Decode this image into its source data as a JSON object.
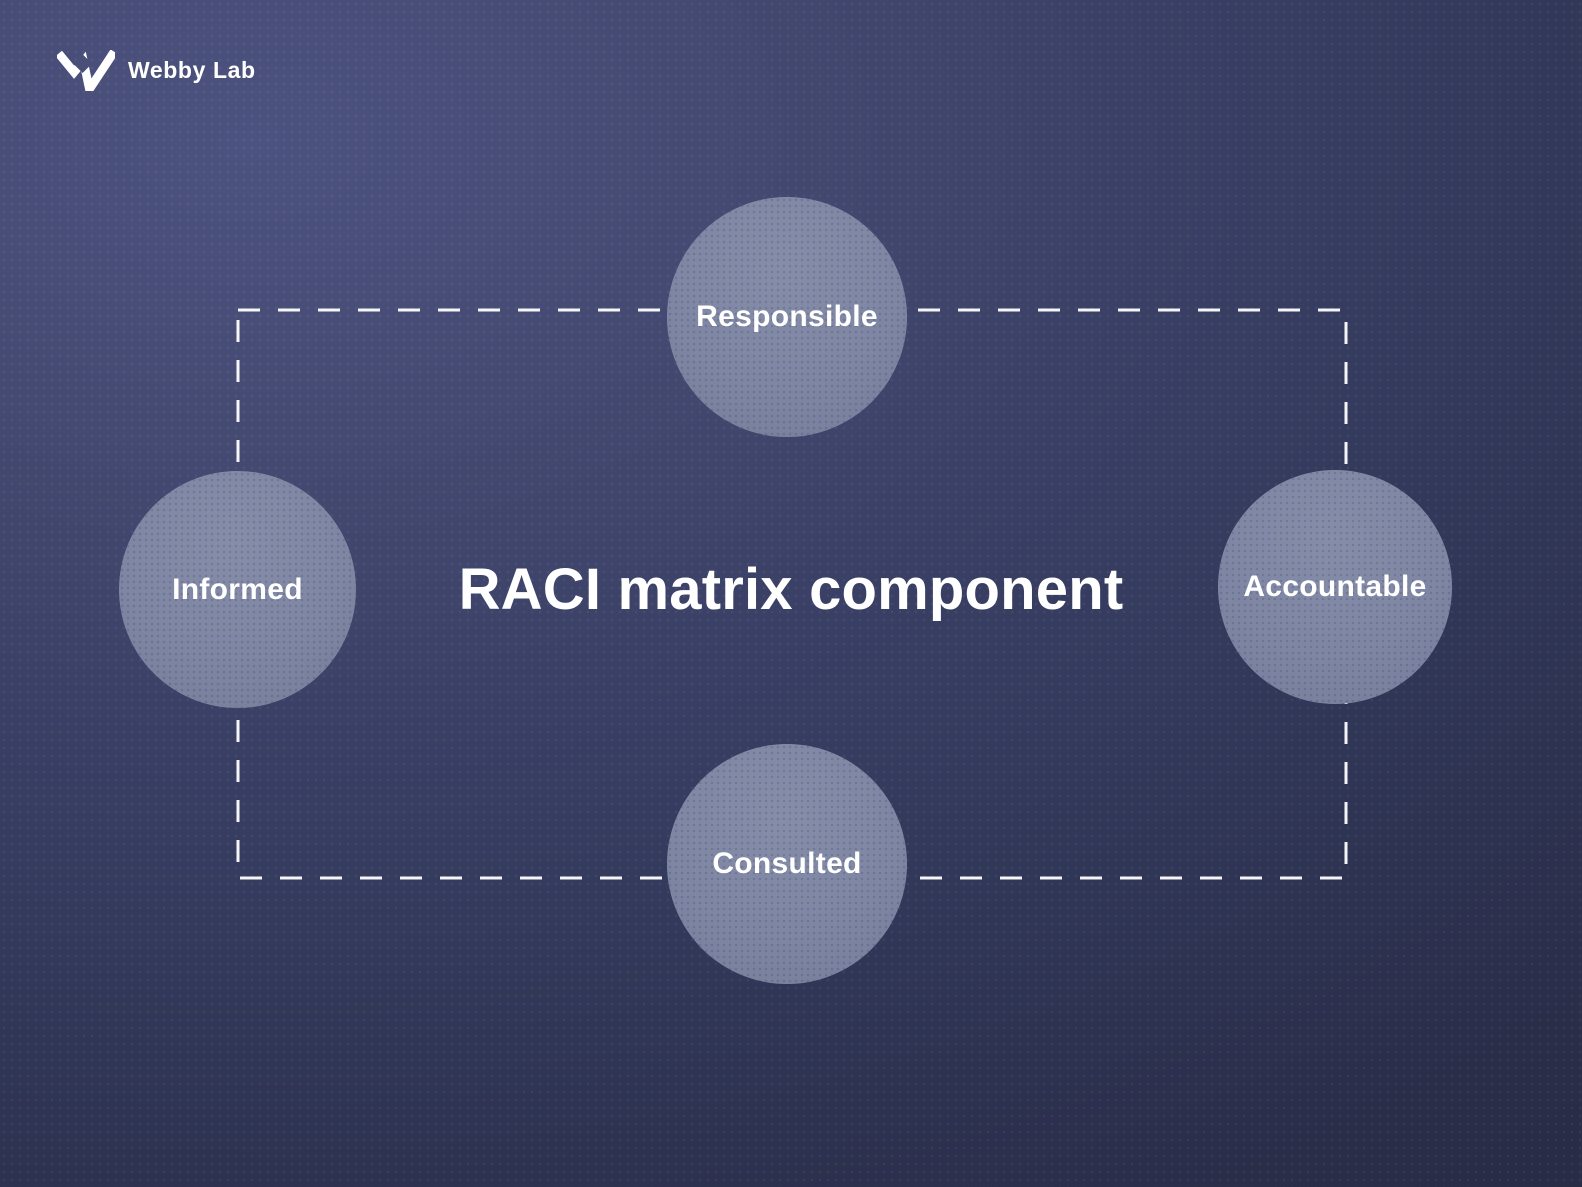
{
  "brand": {
    "name": "Webby Lab",
    "icon": "webbylab-w-icon"
  },
  "title": "RACI matrix component",
  "diagram": {
    "nodes": [
      {
        "label": "Responsible",
        "position": "top"
      },
      {
        "label": "Informed",
        "position": "left"
      },
      {
        "label": "Accountable",
        "position": "right"
      },
      {
        "label": "Consulted",
        "position": "bottom"
      }
    ],
    "connector": {
      "shape": "dashed-rectangle",
      "color": "#ffffff",
      "dash_length": 22,
      "gap_length": 18,
      "stroke_width": 3
    }
  },
  "colors": {
    "background_top_left": "#4d5380",
    "background_bottom_right": "#262a41",
    "circle_fill": "#7e86a3",
    "dash_line": "#ffffff",
    "text": "#ffffff"
  }
}
